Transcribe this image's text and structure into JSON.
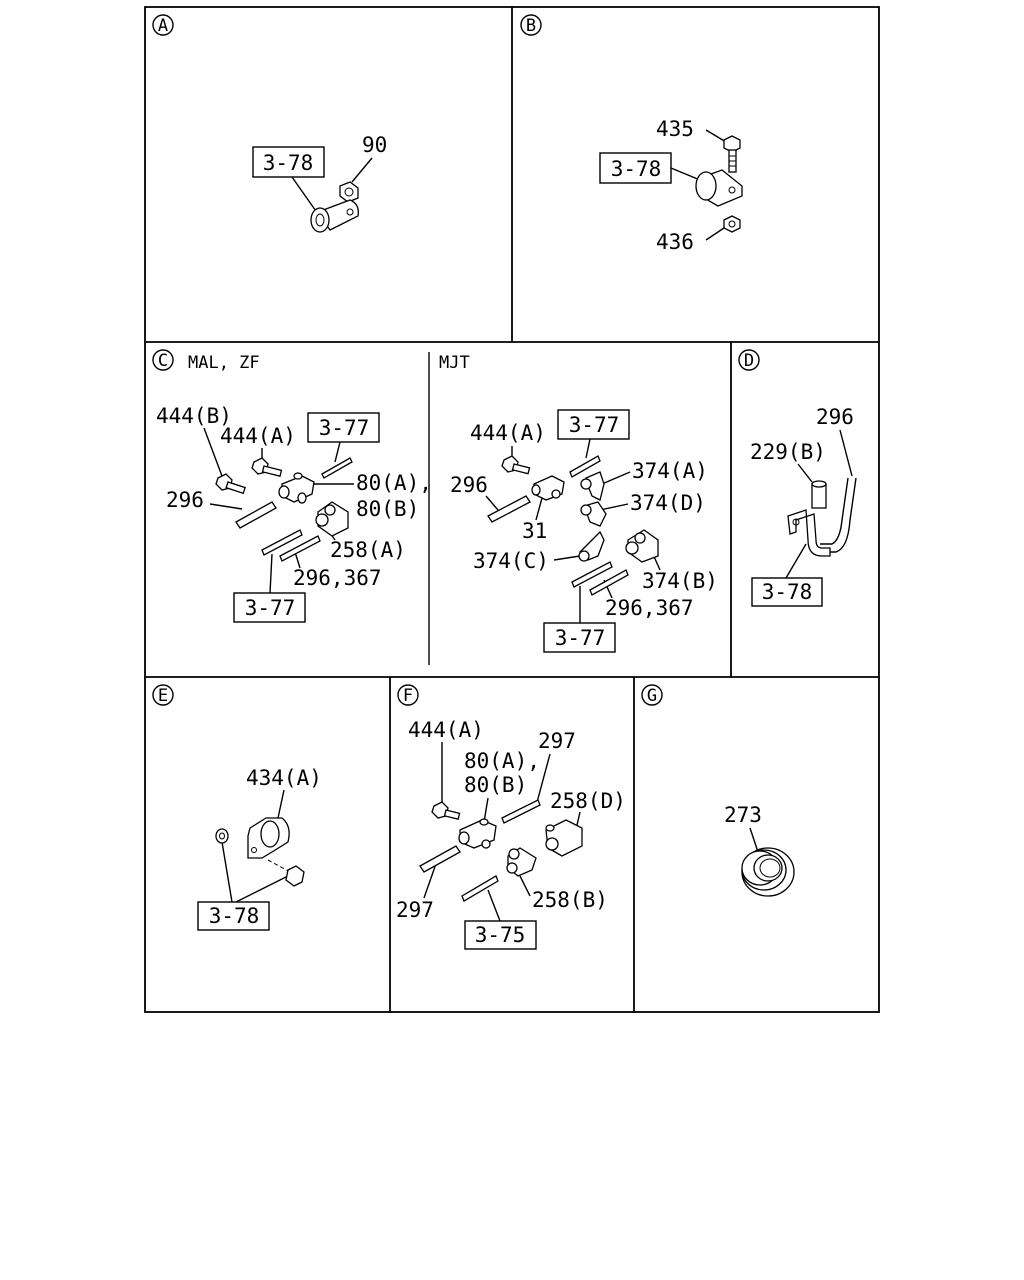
{
  "panels": {
    "A": {
      "letter": "A",
      "labels": {
        "ref": "3-78",
        "p90": "90"
      }
    },
    "B": {
      "letter": "B",
      "labels": {
        "p435": "435",
        "ref": "3-78",
        "p436": "436"
      }
    },
    "C": {
      "letter": "C",
      "title": "MAL, ZF",
      "labels": {
        "p444b": "444(B)",
        "p444a": "444(A)",
        "ref_top": "3-77",
        "p80a": "80(A),",
        "p80b": "80(B)",
        "p296": "296",
        "p258a": "258(A)",
        "p296_367": "296,367",
        "ref_bottom": "3-77"
      }
    },
    "MJT": {
      "title": "MJT",
      "labels": {
        "p444a": "444(A)",
        "ref_top": "3-77",
        "p374a": "374(A)",
        "p296": "296",
        "p374d": "374(D)",
        "p31": "31",
        "p374c": "374(C)",
        "p374b": "374(B)",
        "p296_367": "296,367",
        "ref_bottom": "3-77"
      }
    },
    "D": {
      "letter": "D",
      "labels": {
        "p296": "296",
        "p229b": "229(B)",
        "ref": "3-78"
      }
    },
    "E": {
      "letter": "E",
      "labels": {
        "p434a": "434(A)",
        "ref": "3-78"
      }
    },
    "F": {
      "letter": "F",
      "labels": {
        "p444a": "444(A)",
        "p297_top": "297",
        "p80a": "80(A),",
        "p80b": "80(B)",
        "p258d": "258(D)",
        "p297_bottom": "297",
        "p258b": "258(B)",
        "ref": "3-75"
      }
    },
    "G": {
      "letter": "G",
      "labels": {
        "p273": "273"
      }
    }
  }
}
